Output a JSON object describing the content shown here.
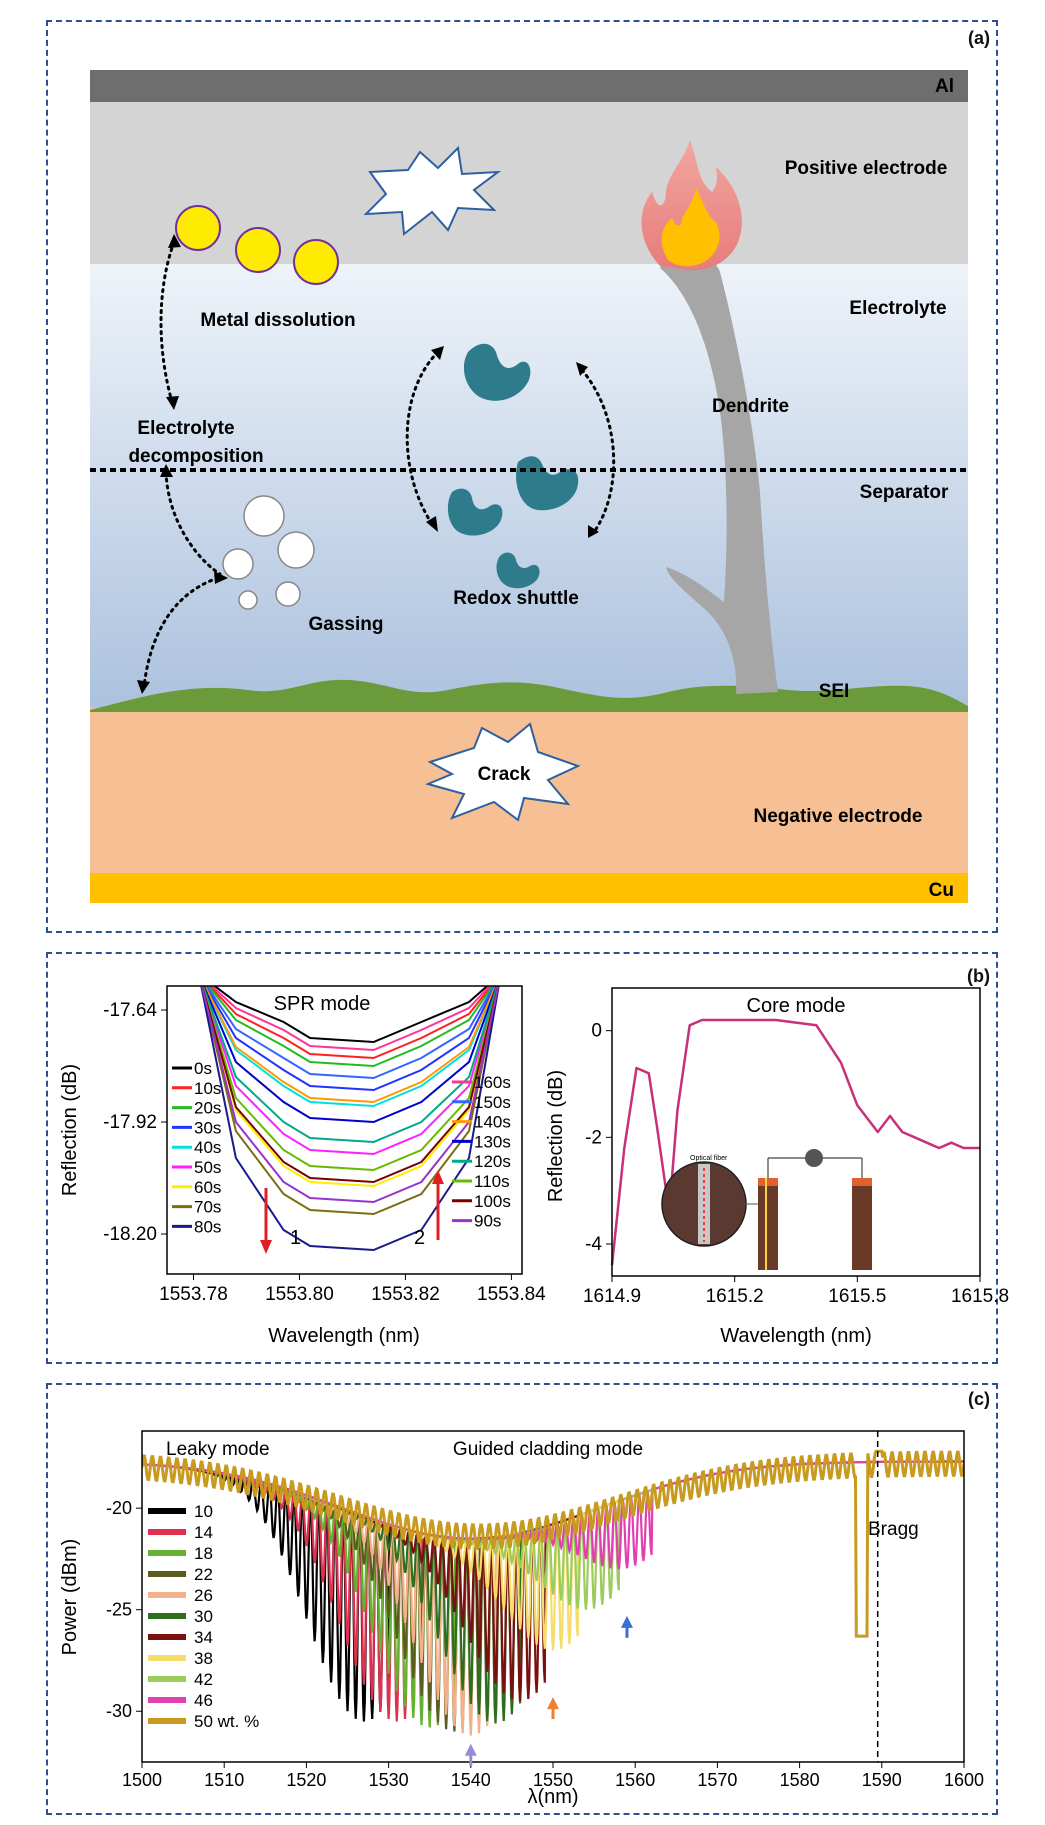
{
  "panel_a": {
    "letter": "(a)",
    "labels": {
      "al": "Al",
      "positive_electrode": "Positive electrode",
      "electrolyte": "Electrolyte",
      "metal_dissolution": "Metal dissolution",
      "dendrite": "Dendrite",
      "electrolyte_decomposition_1": "Electrolyte",
      "electrolyte_decomposition_2": "decomposition",
      "separator": "Separator",
      "redox_shuttle": "Redox shuttle",
      "gassing": "Gassing",
      "sei": "SEI",
      "crack": "Crack",
      "negative_electrode": "Negative electrode",
      "cu": "Cu"
    },
    "colors": {
      "al": "#6e6e6e",
      "positive": "#d4d4d4",
      "electrolyte_top": "#eef2f8",
      "electrolyte_bottom": "#a9bfdc",
      "sei": "#6b9a3a",
      "negative": "#f6bf94",
      "cu": "#ffc000",
      "ion": "#ffeb00",
      "shuttle": "#2e7b8c",
      "dendrite": "#a6a6a6"
    }
  },
  "panel_b": {
    "letter": "(b)",
    "chart_data": [
      {
        "type": "line",
        "title": "SPR mode",
        "xlabel": "Wavelength (nm)",
        "ylabel": "Reflection (dB)",
        "xlim": [
          1553.775,
          1553.842
        ],
        "ylim": [
          -18.3,
          -17.58
        ],
        "xticks": [
          "1553.78",
          "1553.80",
          "1553.82",
          "1553.84"
        ],
        "yticks": [
          "-17.64",
          "-17.92",
          "-18.20"
        ],
        "annotations": [
          "1",
          "2"
        ],
        "legend_left": [
          "0s",
          "10s",
          "20s",
          "30s",
          "40s",
          "50s",
          "60s",
          "70s",
          "80s"
        ],
        "legend_right": [
          "160s",
          "150s",
          "140s",
          "130s",
          "120s",
          "110s",
          "100s",
          "90s"
        ],
        "series": [
          {
            "name": "0s",
            "color": "#000000",
            "min": -17.71
          },
          {
            "name": "10s",
            "color": "#ff2020",
            "min": -17.75
          },
          {
            "name": "20s",
            "color": "#22bb22",
            "min": -17.77
          },
          {
            "name": "30s",
            "color": "#2233ff",
            "min": -17.83
          },
          {
            "name": "40s",
            "color": "#00e0e0",
            "min": -17.87
          },
          {
            "name": "50s",
            "color": "#ff20ff",
            "min": -17.99
          },
          {
            "name": "60s",
            "color": "#ffee00",
            "min": -18.07
          },
          {
            "name": "70s",
            "color": "#7a6e10",
            "min": -18.14
          },
          {
            "name": "80s",
            "color": "#1a1a8a",
            "min": -18.23
          },
          {
            "name": "160s",
            "color": "#ff3399",
            "min": -17.73
          },
          {
            "name": "150s",
            "color": "#3366ff",
            "min": -17.8
          },
          {
            "name": "140s",
            "color": "#ff9900",
            "min": -17.86
          },
          {
            "name": "130s",
            "color": "#0000cc",
            "min": -17.91
          },
          {
            "name": "120s",
            "color": "#00aa88",
            "min": -17.96
          },
          {
            "name": "110s",
            "color": "#66bb00",
            "min": -18.03
          },
          {
            "name": "100s",
            "color": "#7a0000",
            "min": -18.06
          },
          {
            "name": "90s",
            "color": "#9933cc",
            "min": -18.11
          }
        ]
      },
      {
        "type": "line",
        "title": "Core mode",
        "xlabel": "Wavelength (nm)",
        "ylabel": "Reflection (dB)",
        "xlim": [
          1614.9,
          1615.8
        ],
        "ylim": [
          -4.6,
          0.8
        ],
        "xticks": [
          "1614.9",
          "1615.2",
          "1615.5",
          "1615.8"
        ],
        "yticks": [
          "0",
          "-2",
          "-4"
        ],
        "inset_label": "Optical fiber",
        "series": [
          {
            "name": "",
            "color": "#c8307a",
            "x": [
              1614.9,
              1614.93,
              1614.96,
              1614.99,
              1615.01,
              1615.04,
              1615.06,
              1615.09,
              1615.12,
              1615.15,
              1615.2,
              1615.3,
              1615.4,
              1615.46,
              1615.5,
              1615.55,
              1615.58,
              1615.61,
              1615.64,
              1615.67,
              1615.7,
              1615.73,
              1615.76,
              1615.8
            ],
            "y": [
              -4.4,
              -2.2,
              -0.7,
              -0.8,
              -1.8,
              -3.4,
              -1.5,
              0.1,
              0.2,
              0.2,
              0.2,
              0.2,
              0.1,
              -0.6,
              -1.4,
              -1.9,
              -1.6,
              -1.9,
              -2.0,
              -2.1,
              -2.2,
              -2.1,
              -2.2,
              -2.2
            ]
          }
        ]
      }
    ]
  },
  "panel_c": {
    "letter": "(c)",
    "chart_data": {
      "type": "line",
      "xlabel": "λ(nm)",
      "ylabel": "Power (dBm)",
      "xlim": [
        1500,
        1600
      ],
      "ylim": [
        -32.5,
        -16.2
      ],
      "xticks": [
        "1500",
        "1510",
        "1520",
        "1530",
        "1540",
        "1550",
        "1560",
        "1570",
        "1580",
        "1590",
        "1600"
      ],
      "yticks": [
        "-20",
        "-25",
        "-30"
      ],
      "annotations": [
        "Leaky mode",
        "Guided cladding mode",
        "Bragg"
      ],
      "bragg_wavelength": 1589.5,
      "series": [
        {
          "name": "10",
          "color": "#000000",
          "min": -30.5,
          "center": 1527,
          "cutoff": 1530
        },
        {
          "name": "14",
          "color": "#e03050",
          "min": -30.5,
          "center": 1531,
          "cutoff": 1534
        },
        {
          "name": "18",
          "color": "#66b032",
          "min": -30.8,
          "center": 1535,
          "cutoff": 1538
        },
        {
          "name": "22",
          "color": "#5c5c1e",
          "min": -31.0,
          "center": 1538,
          "cutoff": 1541
        },
        {
          "name": "26",
          "color": "#f4b08a",
          "min": -31.2,
          "center": 1540,
          "cutoff": 1543
        },
        {
          "name": "30",
          "color": "#2e6e1e",
          "min": -30.6,
          "center": 1543,
          "cutoff": 1546
        },
        {
          "name": "34",
          "color": "#7a1010",
          "min": -29.5,
          "center": 1546,
          "cutoff": 1549
        },
        {
          "name": "38",
          "color": "#f6dc6a",
          "min": -27.0,
          "center": 1550,
          "cutoff": 1553
        },
        {
          "name": "42",
          "color": "#9ccc5c",
          "min": -25.0,
          "center": 1554,
          "cutoff": 1558
        },
        {
          "name": "46",
          "color": "#e040b0",
          "min": -23.0,
          "center": 1558,
          "cutoff": 1562
        },
        {
          "name": "50 wt. %",
          "color": "#c89a20",
          "min": -22.0,
          "center": 1541,
          "cutoff": 1566
        }
      ],
      "arrows": [
        {
          "x": 1540,
          "color": "#9a88d8"
        },
        {
          "x": 1550,
          "color": "#f08030"
        },
        {
          "x": 1559,
          "color": "#3a70d0"
        }
      ]
    }
  }
}
